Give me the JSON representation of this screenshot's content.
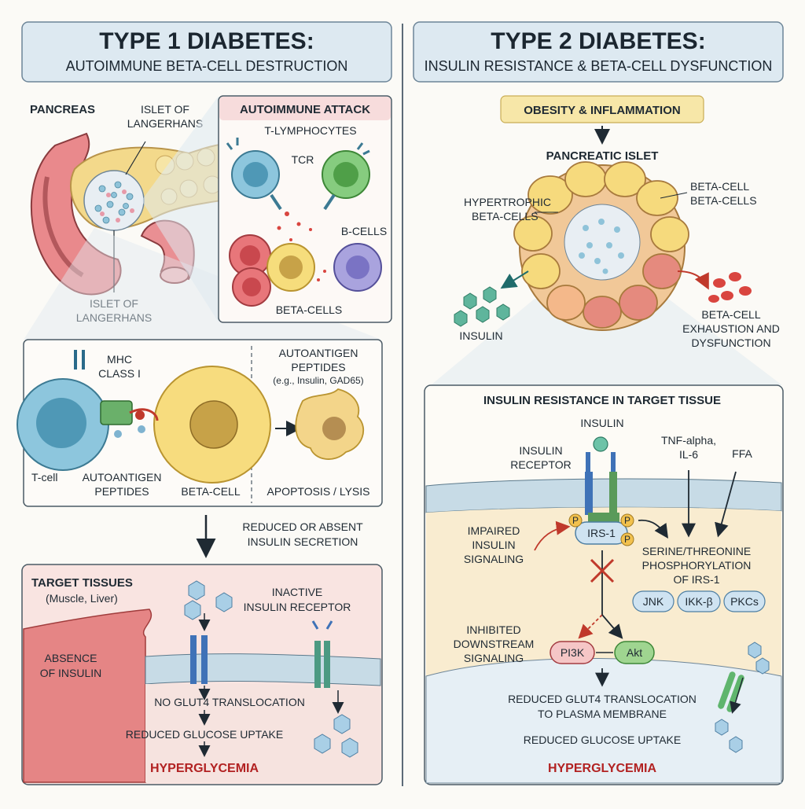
{
  "left": {
    "title": "TYPE 1 DIABETES:",
    "subtitle": "AUTOIMMUNE BETA-CELL DESTRUCTION",
    "pancreas_label": "PANCREAS",
    "islet_top_1": "ISLET OF",
    "islet_top_2": "LANGERHANS",
    "islet_bottom_1": "ISLET OF",
    "islet_bottom_2": "LANGERHANS",
    "attack": {
      "title": "AUTOIMMUNE ATTACK",
      "t_lymphocytes": "T-LYMPHOCYTES",
      "tcr": "TCR",
      "b_cells": "B-CELLS",
      "beta_cells": "BETA-CELLS"
    },
    "mhc": {
      "mhc_1": "MHC",
      "mhc_2": "CLASS I",
      "t_cell": "T-cell",
      "autoantigen_1": "AUTOANTIGEN",
      "autoantigen_2": "PEPTIDES",
      "beta_cell": "BETA-CELL",
      "peptides_1": "AUTOANTIGEN",
      "peptides_2": "PEPTIDES",
      "peptides_3": "(e.g., Insulin, GAD65)",
      "apoptosis": "APOPTOSIS / LYSIS"
    },
    "secretion_1": "REDUCED OR ABSENT",
    "secretion_2": "INSULIN SECRETION",
    "target": {
      "title": "TARGET TISSUES",
      "sub": "(Muscle, Liver)",
      "inactive_1": "INACTIVE",
      "inactive_2": "INSULIN RECEPTOR",
      "absence_1": "ABSENCE",
      "absence_2": "OF INSULIN",
      "no_glut4": "NO GLUT4 TRANSLOCATION",
      "reduced_uptake": "REDUCED GLUCOSE UPTAKE",
      "hyper": "HYPERGLYCEMIA"
    }
  },
  "right": {
    "title": "TYPE 2 DIABETES:",
    "subtitle": "INSULIN RESISTANCE & BETA-CELL DYSFUNCTION",
    "obesity": "OBESITY & INFLAMMATION",
    "islet": "PANCREATIC ISLET",
    "hypertrophic_1": "HYPERTROPHIC",
    "hypertrophic_2": "BETA-CELLS",
    "beta_1": "BETA-CELL",
    "beta_2": "BETA-CELLS",
    "insulin": "INSULIN",
    "exhaustion_1": "BETA-CELL",
    "exhaustion_2": "EXHAUSTION AND",
    "exhaustion_3": "DYSFUNCTION",
    "tissue": {
      "title": "INSULIN RESISTANCE IN TARGET TISSUE",
      "insulin": "INSULIN",
      "receptor_1": "INSULIN",
      "receptor_2": "RECEPTOR",
      "tnf_1": "TNF-alpha,",
      "tnf_2": "IL-6",
      "ffa": "FFA",
      "impaired_1": "IMPAIRED",
      "impaired_2": "INSULIN",
      "impaired_3": "SIGNALING",
      "p": "P",
      "irs": "IRS-1",
      "serine_1": "SERINE/THREONINE",
      "serine_2": "PHOSPHORYLATION",
      "serine_3": "OF IRS-1",
      "jnk": "JNK",
      "ikk": "IKK-β",
      "pkcs": "PKCs",
      "inhibited_1": "INHIBITED",
      "inhibited_2": "DOWNSTREAM",
      "inhibited_3": "SIGNALING",
      "pi3k": "PI3K",
      "akt": "Akt",
      "glut4_1": "REDUCED GLUT4 TRANSLOCATION",
      "glut4_2": "TO PLASMA MEMBRANE",
      "reduced_uptake": "REDUCED GLUCOSE UPTAKE",
      "hyper": "HYPERGLYCEMIA"
    }
  },
  "colors": {
    "header_bg": "#dde9f1",
    "attack_bg": "#f7dcdc",
    "obesity_bg": "#f7e7a8",
    "accent_red": "#b22222"
  }
}
